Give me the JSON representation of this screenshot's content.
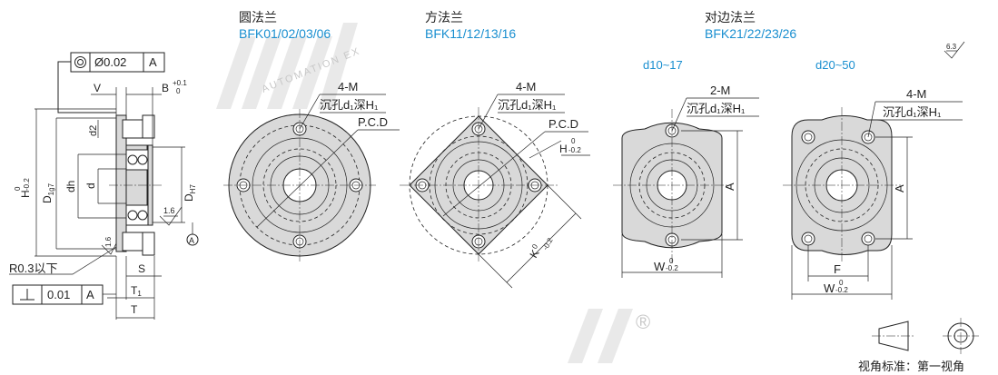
{
  "flatness_tol": {
    "symbol": "◎",
    "value": "Ø0.02",
    "datum": "A"
  },
  "perp_tol": {
    "symbol": "⊥",
    "value": "0.01",
    "datum": "A"
  },
  "side_view": {
    "V": "V",
    "B": "B",
    "B_tol": "+0.1",
    "B_tol_low": "0",
    "d2": "d2",
    "dh": "dh",
    "d": "d",
    "DH7": "D",
    "DH7_sub": "H7",
    "H": "H",
    "H_tol": "0",
    "H_tol_low": "-0.2",
    "D1g7": "D",
    "D1g7_sub": "1g7",
    "rough1": "1.6",
    "rough2": "1.6",
    "datum_A": "A",
    "R_note": "R0.3以下",
    "S": "S",
    "T1": "T",
    "T1_sub": "1",
    "T": "T"
  },
  "round_flange": {
    "title": "圆法兰",
    "models": "BFK01/02/03/06",
    "bolt": "4-M",
    "counterbore": "沉孔d₁深H₁",
    "pcd": "P.C.D"
  },
  "square_flange": {
    "title": "方法兰",
    "models": "BFK11/12/13/16",
    "bolt": "4-M",
    "counterbore": "沉孔d₁深H₁",
    "pcd": "P.C.D",
    "H_label": "H",
    "H_tol": "0",
    "H_tol_low": "-0.2",
    "K_label": "K",
    "K_tol": "0",
    "K_tol_low": "-0.2"
  },
  "opposed_flange": {
    "title": "对边法兰",
    "models": "BFK21/22/23/26",
    "left": {
      "range": "d10~17",
      "bolt": "2-M",
      "counterbore": "沉孔d₁深H₁",
      "A": "A",
      "W": "W",
      "W_tol": "0",
      "W_tol_low": "-0.2"
    },
    "right": {
      "range": "d20~50",
      "bolt": "4-M",
      "counterbore": "沉孔d₁深H₁",
      "A": "A",
      "F": "F",
      "W": "W",
      "W_tol": "0",
      "W_tol_low": "-0.2"
    }
  },
  "general_roughness": "6.3",
  "projection_note": "视角标准：第一视角",
  "watermark": {
    "text": "AUTOMATION EX",
    "reg": "®"
  }
}
